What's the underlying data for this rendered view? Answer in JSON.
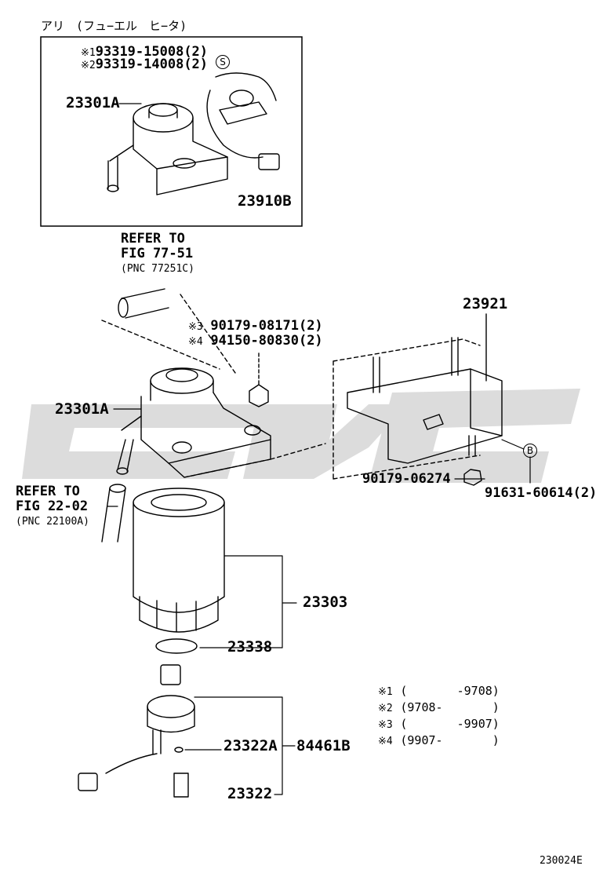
{
  "inset": {
    "title": "アリ　(フュ−エル　ヒ−タ)",
    "notes": [
      {
        "mark": "※1",
        "text": "93319-15008(2)"
      },
      {
        "mark": "※2",
        "text": "93319-14008(2)"
      }
    ],
    "symbol": "S",
    "parts": [
      "23301A",
      "23910B"
    ]
  },
  "refer1": {
    "line1": "REFER TO",
    "line2": "FIG 77-51",
    "line3": "(PNC 77251C)"
  },
  "refer2": {
    "line1": "REFER TO",
    "line2": "FIG 22-02",
    "line3": "(PNC 22100A)"
  },
  "bolts": [
    {
      "mark": "※3",
      "text": "90179-08171(2)"
    },
    {
      "mark": "※4",
      "text": "94150-80830(2)"
    }
  ],
  "parts": {
    "p23301A": "23301A",
    "p23921": "23921",
    "p90179_06274": "90179-06274",
    "p91631": "91631-60614(2)",
    "symbolB": "B",
    "p23303": "23303",
    "p23338": "23338",
    "p23322A": "23322A",
    "p84461B": "84461B",
    "p23322": "23322"
  },
  "legend": [
    {
      "mark": "※1",
      "text": "(       -9708)"
    },
    {
      "mark": "※2",
      "text": "(9708-       )"
    },
    {
      "mark": "※3",
      "text": "(       -9907)"
    },
    {
      "mark": "※4",
      "text": "(9907-       )"
    }
  ],
  "figure_code": "230024E"
}
